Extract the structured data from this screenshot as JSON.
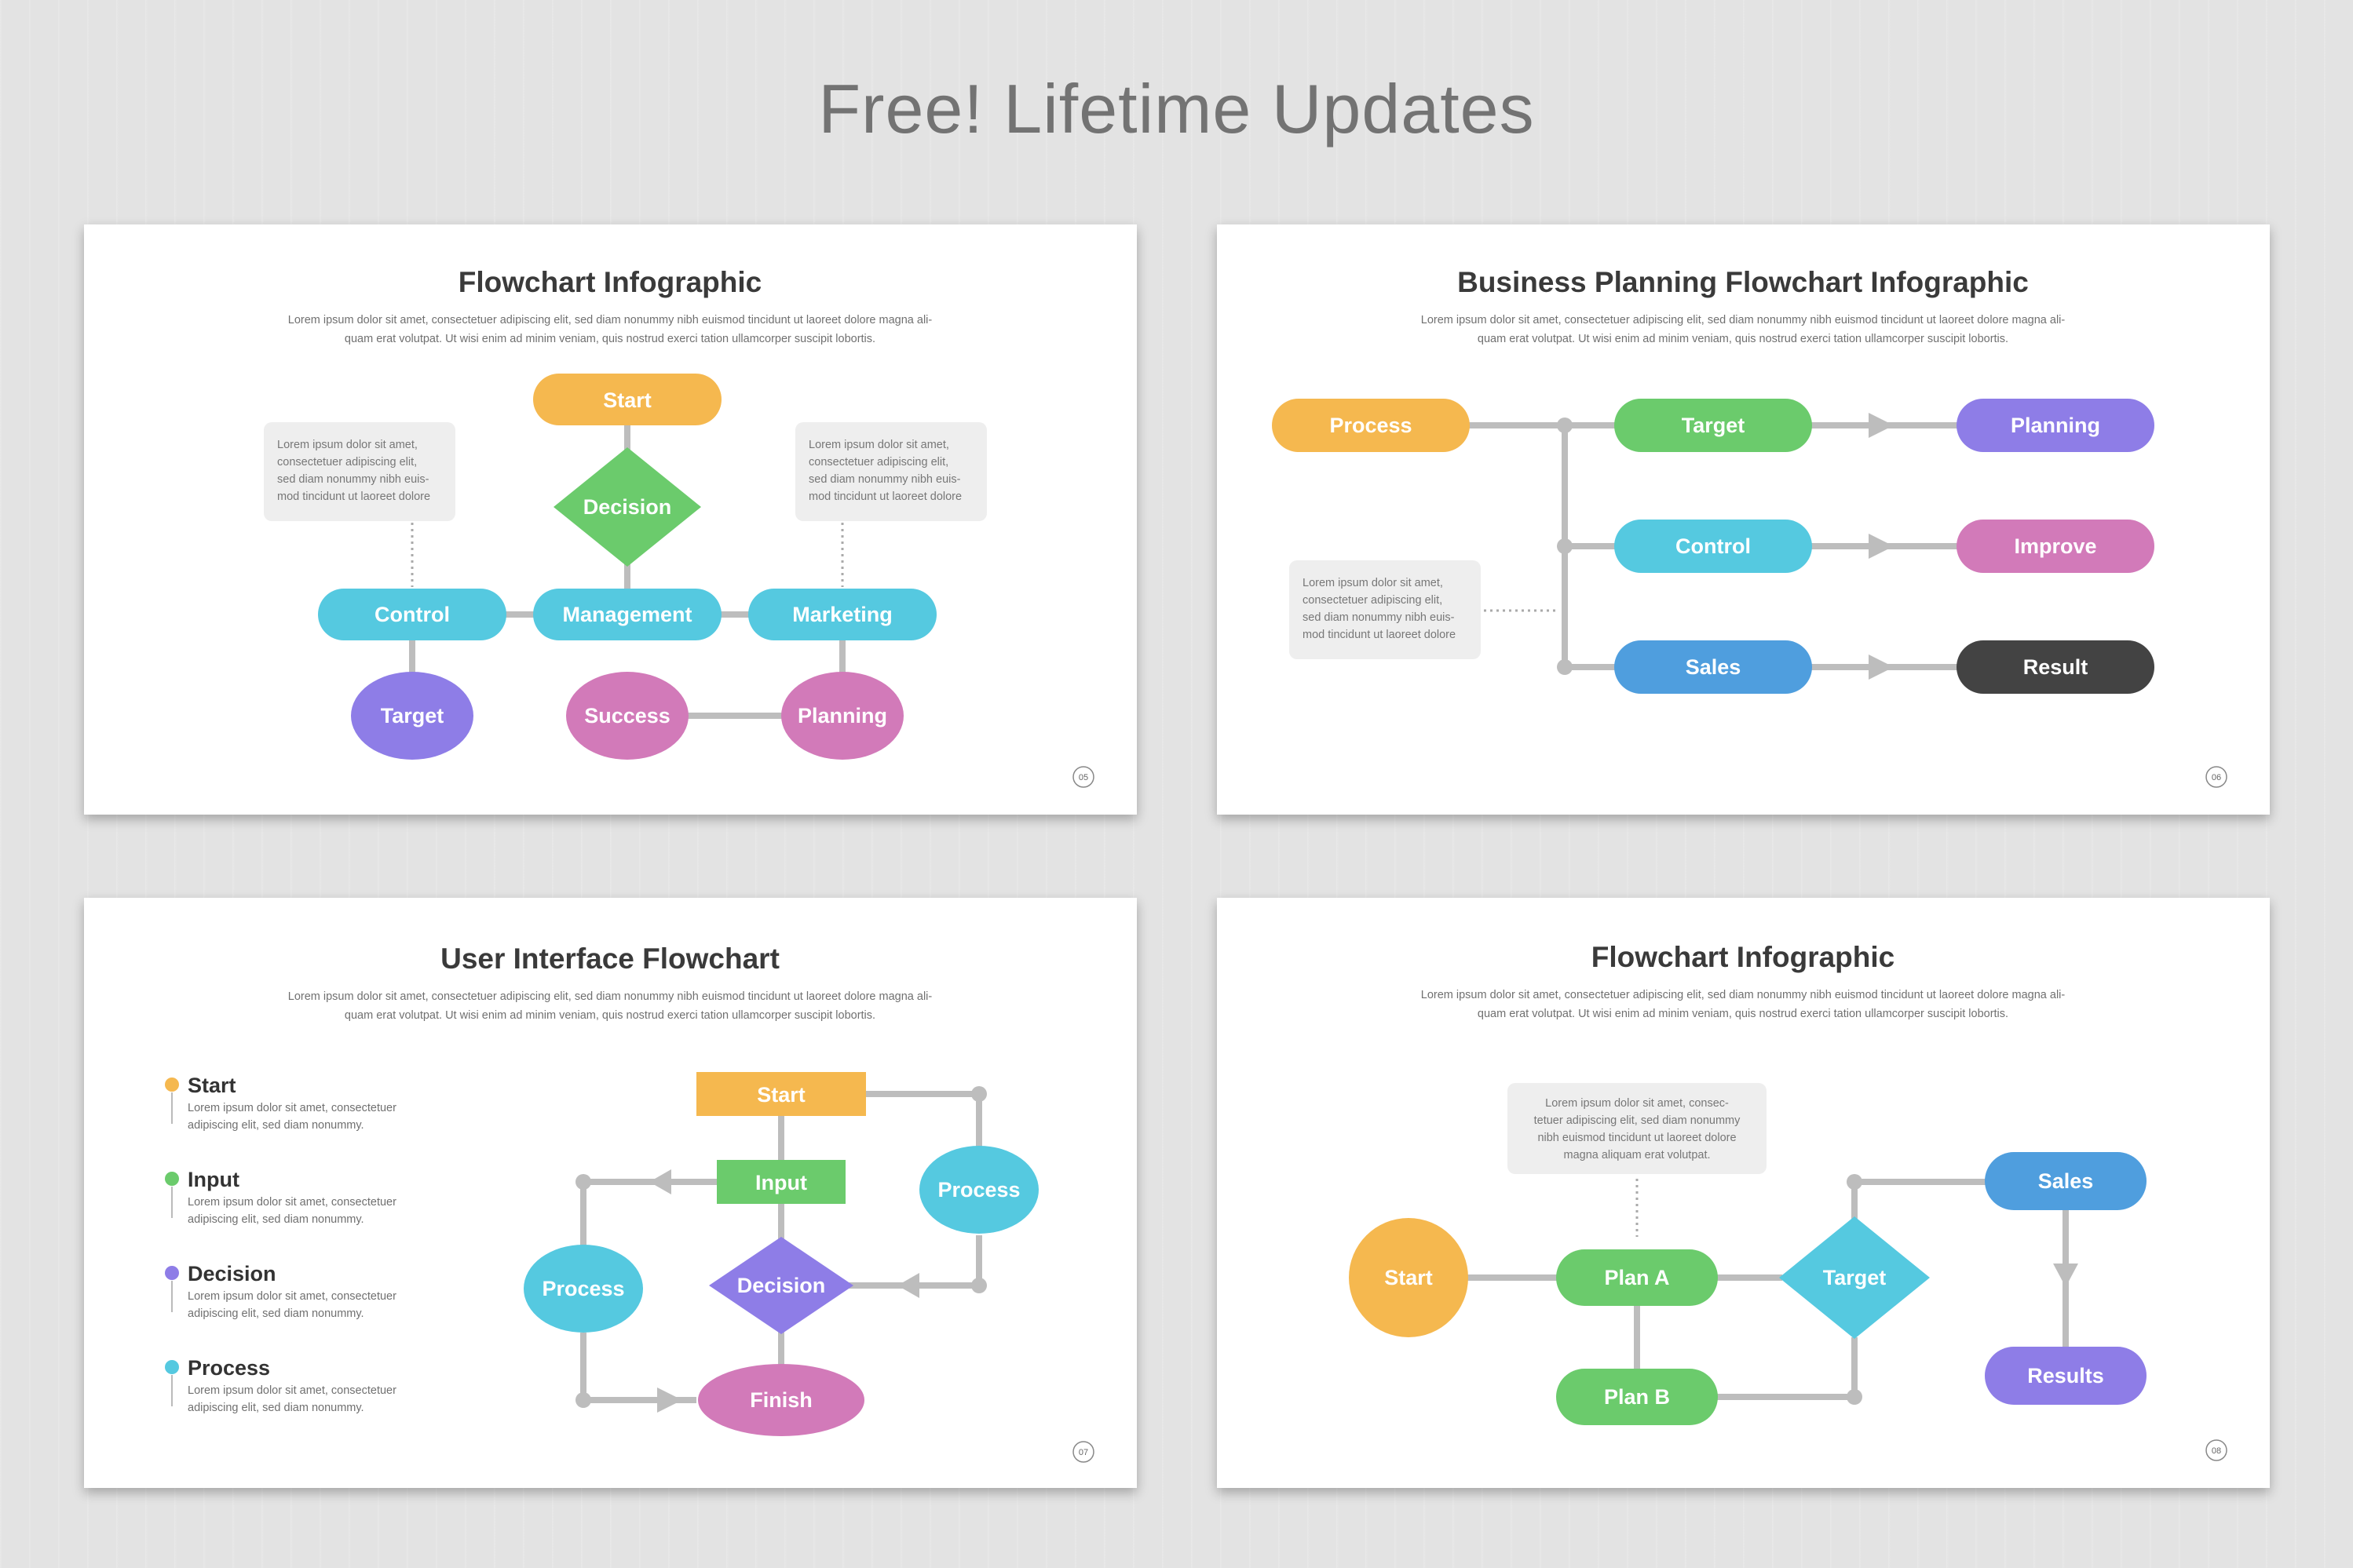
{
  "heading": "Free! Lifetime Updates",
  "colors": {
    "orange": "#f5b84f",
    "green": "#6bcb6c",
    "cyan": "#55c9e0",
    "purple": "#8e7de7",
    "pink": "#d27ab9",
    "blue": "#4f9ede",
    "dark": "#434343",
    "connector": "#bdbdbd",
    "note": "#eeeeee"
  },
  "slides": [
    {
      "title": "Flowchart Infographic",
      "subtitle": [
        "Lorem ipsum dolor sit amet, consectetuer adipiscing elit, sed diam nonummy nibh euismod tincidunt ut laoreet dolore magna ali-",
        "quam erat volutpat. Ut wisi enim ad minim veniam, quis nostrud exerci tation ullamcorper suscipit lobortis."
      ],
      "page": "05",
      "nodes": {
        "start": "Start",
        "decision": "Decision",
        "control": "Control",
        "management": "Management",
        "marketing": "Marketing",
        "target": "Target",
        "success": "Success",
        "planning": "Planning"
      },
      "notes": [
        [
          "Lorem ipsum dolor sit amet,",
          "consectetuer adipiscing elit,",
          "sed diam nonummy nibh euis-",
          "mod tincidunt ut laoreet dolore"
        ],
        [
          "Lorem ipsum dolor sit amet,",
          "consectetuer adipiscing elit,",
          "sed diam nonummy nibh euis-",
          "mod tincidunt ut laoreet dolore"
        ]
      ]
    },
    {
      "title": "Business Planning Flowchart Infographic",
      "subtitle": [
        "Lorem ipsum dolor sit amet, consectetuer adipiscing elit, sed diam nonummy nibh euismod tincidunt ut laoreet dolore magna ali-",
        "quam erat volutpat. Ut wisi enim ad minim veniam, quis nostrud exerci tation ullamcorper suscipit lobortis."
      ],
      "page": "06",
      "nodes": {
        "process": "Process",
        "target": "Target",
        "planning": "Planning",
        "control": "Control",
        "improve": "Improve",
        "sales": "Sales",
        "result": "Result"
      },
      "note": [
        "Lorem ipsum dolor sit amet,",
        "consectetuer adipiscing elit,",
        "sed diam nonummy nibh euis-",
        "mod tincidunt ut laoreet dolore"
      ]
    },
    {
      "title": "User Interface Flowchart",
      "subtitle": [
        "Lorem ipsum dolor sit amet, consectetuer adipiscing elit, sed diam nonummy nibh euismod tincidunt ut laoreet dolore magna ali-",
        "quam erat volutpat. Ut wisi enim ad minim veniam, quis nostrud exerci tation ullamcorper suscipit lobortis."
      ],
      "page": "07",
      "legend": [
        {
          "label": "Start",
          "text": [
            "Lorem ipsum dolor sit amet, consectetuer",
            "adipiscing elit, sed diam nonummy."
          ]
        },
        {
          "label": "Input",
          "text": [
            "Lorem ipsum dolor sit amet, consectetuer",
            "adipiscing elit, sed diam nonummy."
          ]
        },
        {
          "label": "Decision",
          "text": [
            "Lorem ipsum dolor sit amet, consectetuer",
            "adipiscing elit, sed diam nonummy."
          ]
        },
        {
          "label": "Process",
          "text": [
            "Lorem ipsum dolor sit amet, consectetuer",
            "adipiscing elit, sed diam nonummy."
          ]
        }
      ],
      "nodes": {
        "start": "Start",
        "input": "Input",
        "decision": "Decision",
        "finish": "Finish",
        "process_left": "Process",
        "process_right": "Process"
      }
    },
    {
      "title": "Flowchart Infographic",
      "subtitle": [
        "Lorem ipsum dolor sit amet, consectetuer adipiscing elit, sed diam nonummy nibh euismod tincidunt ut laoreet dolore magna ali-",
        "quam erat volutpat. Ut wisi enim ad minim veniam, quis nostrud exerci tation ullamcorper suscipit lobortis."
      ],
      "page": "08",
      "nodes": {
        "start": "Start",
        "plan_a": "Plan A",
        "plan_b": "Plan B",
        "target": "Target",
        "sales": "Sales",
        "results": "Results"
      },
      "note": [
        "Lorem ipsum dolor sit amet, consec-",
        "tetuer adipiscing elit, sed diam nonummy",
        "nibh euismod tincidunt ut laoreet dolore",
        "magna aliquam erat volutpat."
      ]
    }
  ]
}
